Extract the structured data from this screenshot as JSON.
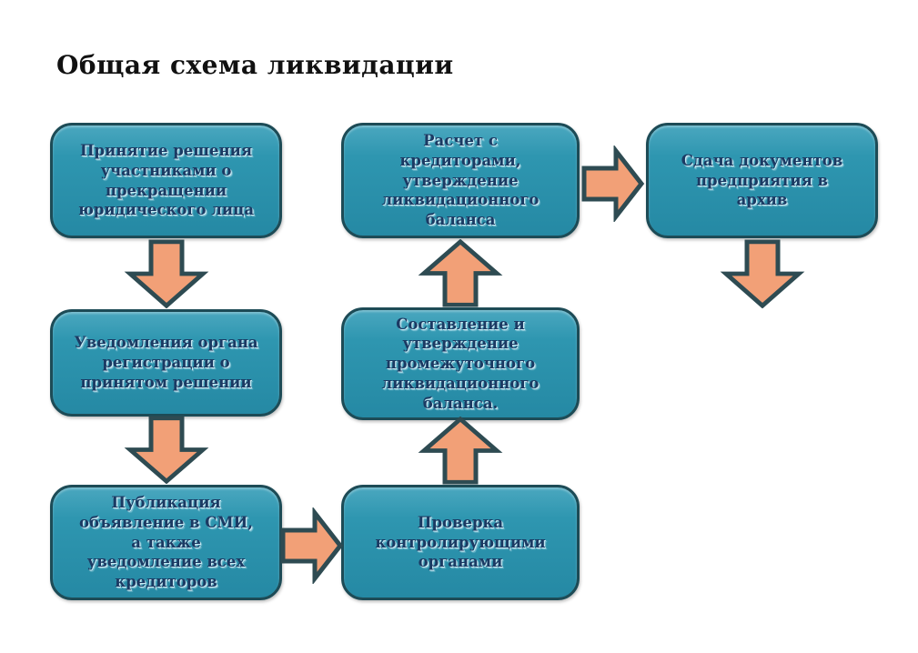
{
  "title": "Общая схема ликвидации",
  "colors": {
    "background": "#ffffff",
    "title_text": "#111111",
    "node_fill": "#2b93ae",
    "node_fill_highlight": "#4aa7bf",
    "node_border": "#1d4b56",
    "node_text": "#1b3a63",
    "node_text_shadow": "#d1eef7",
    "arrow_fill": "#f2a077",
    "arrow_border": "#2e4b52"
  },
  "nodes": [
    {
      "id": "decision",
      "label": "Принятие решения участниками о прекращении юридического лица"
    },
    {
      "id": "notify-registry",
      "label": "Уведомления органа регистрации о принятом решении"
    },
    {
      "id": "publication",
      "label": "Публикация объявление в СМИ, а также уведомление всех кредиторов"
    },
    {
      "id": "settlement",
      "label": "Расчет с кредиторами, утверждение ликвидационного баланса"
    },
    {
      "id": "interim-balance",
      "label": "Составление и утверждение промежуточного ликвидационного баланса."
    },
    {
      "id": "inspection",
      "label": "Проверка контролирующими органами"
    },
    {
      "id": "archive",
      "label": "Сдача документов предприятия в архив"
    }
  ],
  "edges": [
    {
      "from": "decision",
      "to": "notify-registry",
      "direction": "down"
    },
    {
      "from": "notify-registry",
      "to": "publication",
      "direction": "down"
    },
    {
      "from": "publication",
      "to": "inspection",
      "direction": "right"
    },
    {
      "from": "inspection",
      "to": "interim-balance",
      "direction": "up"
    },
    {
      "from": "interim-balance",
      "to": "settlement",
      "direction": "up"
    },
    {
      "from": "settlement",
      "to": "archive",
      "direction": "right"
    },
    {
      "from": "archive",
      "to": "end",
      "direction": "down"
    }
  ]
}
